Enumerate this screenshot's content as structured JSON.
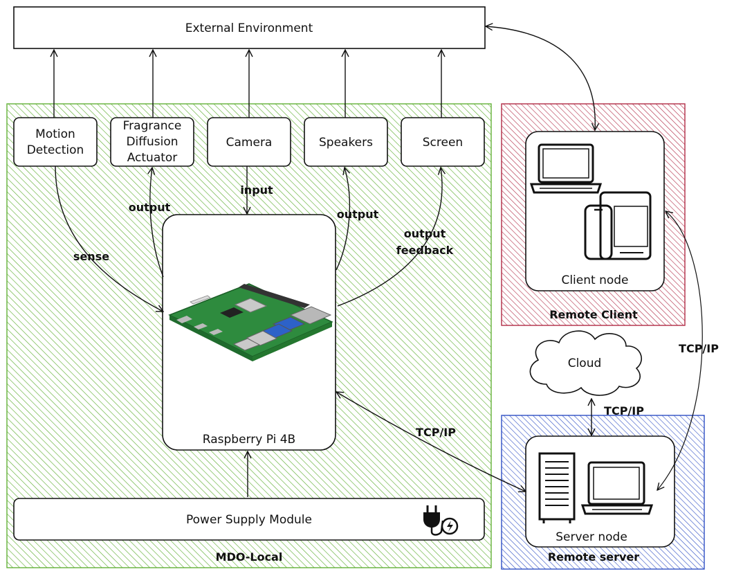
{
  "external_environment": {
    "label": "External Environment"
  },
  "mdo_local": {
    "label": "MDO-Local",
    "hatch_color": "#62b036",
    "devices": {
      "motion": {
        "line1": "Motion",
        "line2": "Detection"
      },
      "fragrance": {
        "line1": "Fragrance",
        "line2": "Diffusion",
        "line3": "Actuator"
      },
      "camera": {
        "label": "Camera"
      },
      "speakers": {
        "label": "Speakers"
      },
      "screen": {
        "label": "Screen"
      }
    },
    "raspberry_pi": {
      "label": "Raspberry Pi 4B",
      "icon": "raspberry-pi-board-icon"
    },
    "power_supply": {
      "label": "Power Supply Module",
      "icon": "power-plug-icon"
    }
  },
  "edges": {
    "sense": "sense",
    "output_fragrance": "output",
    "input_camera": "input",
    "output_speakers": "output",
    "output_feedback_line1": "output",
    "output_feedback_line2": "feedback",
    "tcp_ip_pi_server": "TCP/IP",
    "tcp_ip_cloud_server": "TCP/IP",
    "tcp_ip_client_server": "TCP/IP"
  },
  "remote_client": {
    "label": "Remote Client",
    "node_label": "Client node",
    "hatch_color": "#b02a45",
    "icons": [
      "laptop-icon",
      "smartphone-icon",
      "tablet-icon"
    ]
  },
  "cloud": {
    "label": "Cloud"
  },
  "remote_server": {
    "label": "Remote server",
    "node_label": "Server node",
    "hatch_color": "#2f4fc4",
    "icons": [
      "server-rack-icon",
      "laptop-icon"
    ]
  }
}
